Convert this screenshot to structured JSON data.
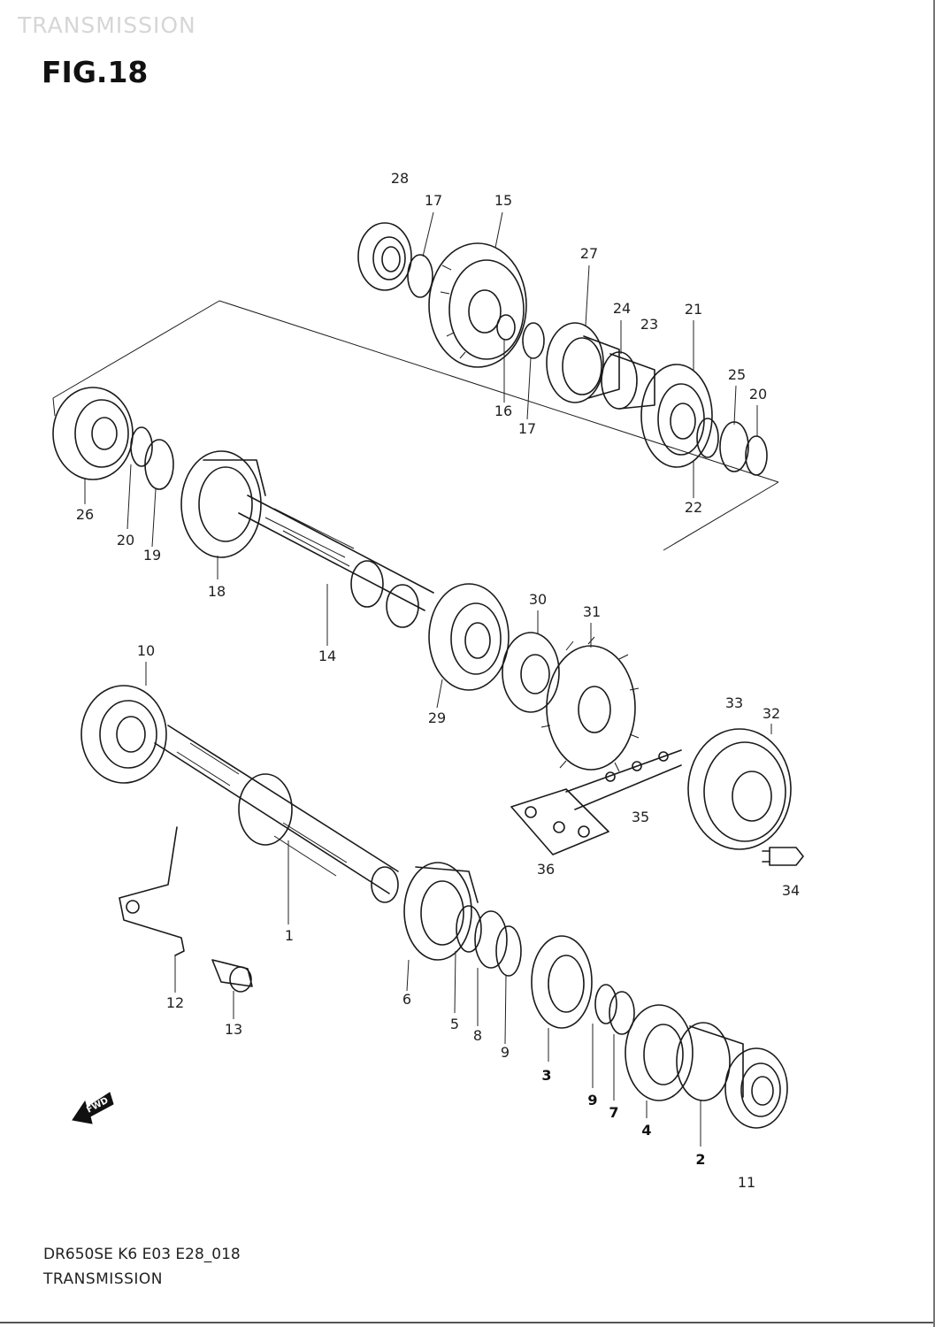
{
  "header": {
    "faint_title": "TRANSMISSION",
    "figure_title": "FIG.18"
  },
  "footer": {
    "code": "DR650SE K6 E03 E28_018",
    "section_name": "TRANSMISSION"
  },
  "fwd_indicator": {
    "label": "FWD",
    "icon": "forward-arrow-icon"
  },
  "part_labels": [
    {
      "id": "28",
      "text": "28"
    },
    {
      "id": "17a",
      "text": "17"
    },
    {
      "id": "15",
      "text": "15"
    },
    {
      "id": "27",
      "text": "27"
    },
    {
      "id": "24",
      "text": "24"
    },
    {
      "id": "23",
      "text": "23"
    },
    {
      "id": "21",
      "text": "21"
    },
    {
      "id": "25",
      "text": "25"
    },
    {
      "id": "20a",
      "text": "20"
    },
    {
      "id": "16",
      "text": "16"
    },
    {
      "id": "17b",
      "text": "17"
    },
    {
      "id": "22",
      "text": "22"
    },
    {
      "id": "26",
      "text": "26"
    },
    {
      "id": "20b",
      "text": "20"
    },
    {
      "id": "19",
      "text": "19"
    },
    {
      "id": "18",
      "text": "18"
    },
    {
      "id": "14",
      "text": "14"
    },
    {
      "id": "30",
      "text": "30"
    },
    {
      "id": "31",
      "text": "31"
    },
    {
      "id": "29",
      "text": "29"
    },
    {
      "id": "10",
      "text": "10"
    },
    {
      "id": "33",
      "text": "33"
    },
    {
      "id": "32",
      "text": "32"
    },
    {
      "id": "35",
      "text": "35"
    },
    {
      "id": "36",
      "text": "36"
    },
    {
      "id": "34",
      "text": "34"
    },
    {
      "id": "1",
      "text": "1"
    },
    {
      "id": "12",
      "text": "12"
    },
    {
      "id": "13",
      "text": "13"
    },
    {
      "id": "6",
      "text": "6"
    },
    {
      "id": "5",
      "text": "5"
    },
    {
      "id": "8",
      "text": "8"
    },
    {
      "id": "9a",
      "text": "9"
    },
    {
      "id": "3",
      "text": "3"
    },
    {
      "id": "9b",
      "text": "9"
    },
    {
      "id": "7",
      "text": "7"
    },
    {
      "id": "4",
      "text": "4"
    },
    {
      "id": "2",
      "text": "2"
    },
    {
      "id": "11",
      "text": "11"
    }
  ]
}
